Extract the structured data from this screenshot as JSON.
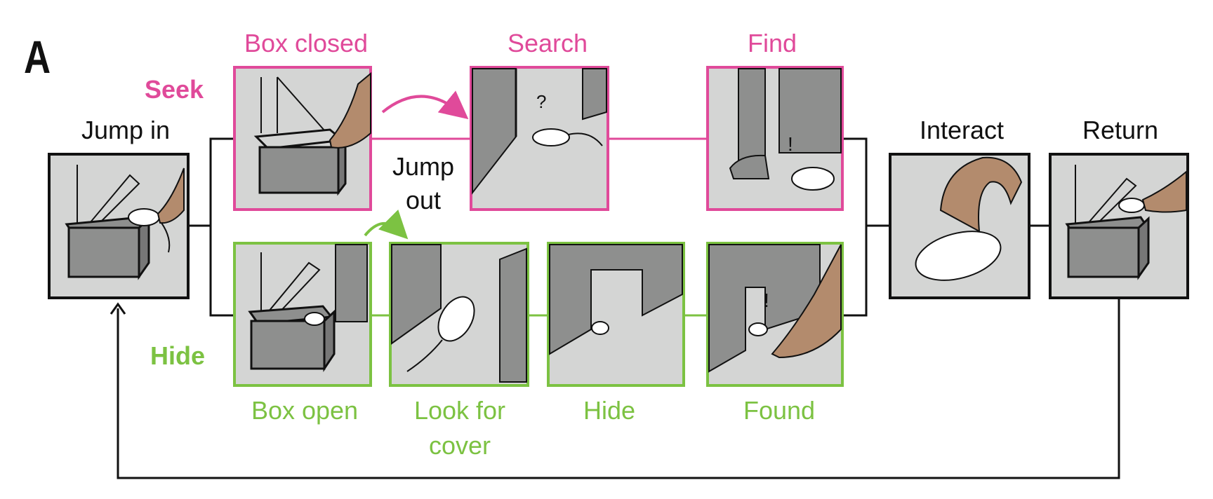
{
  "panel_letter": "A",
  "labels": {
    "seek": "Seek",
    "hide": "Hide",
    "jump_in": "Jump in",
    "box_closed": "Box closed",
    "search": "Search",
    "find": "Find",
    "jump_out_1": "Jump",
    "jump_out_2": "out",
    "interact": "Interact",
    "return": "Return",
    "box_open": "Box open",
    "look_for_cover_1": "Look for",
    "look_for_cover_2": "cover",
    "hide_step": "Hide",
    "found": "Found"
  },
  "search_mark": "?",
  "find_mark": "!",
  "found_mark": "!",
  "colors": {
    "seek": "#e04a9a",
    "hide": "#7cc242",
    "panel_bg": "#d4d5d4",
    "wall": "#8e8f8e",
    "skin": "#b38b6d",
    "outline": "#111111"
  }
}
